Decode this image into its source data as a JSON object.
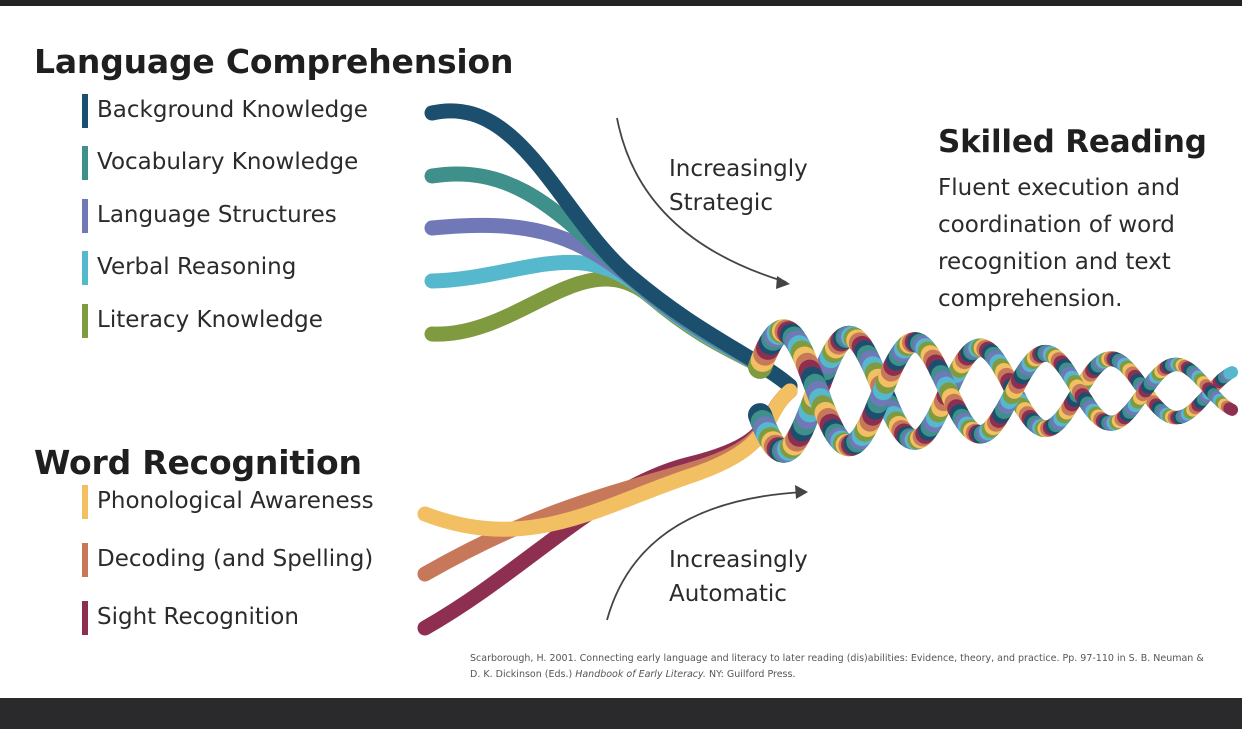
{
  "language_comprehension": {
    "title": "Language Comprehension",
    "strands": [
      {
        "label": "Background Knowledge",
        "color": "#1c4e6e"
      },
      {
        "label": "Vocabulary Knowledge",
        "color": "#3f8f8a"
      },
      {
        "label": "Language Structures",
        "color": "#7078b8"
      },
      {
        "label": "Verbal Reasoning",
        "color": "#55b8cc"
      },
      {
        "label": "Literacy Knowledge",
        "color": "#7f9a3f"
      }
    ]
  },
  "word_recognition": {
    "title": "Word Recognition",
    "strands": [
      {
        "label": "Phonological Awareness",
        "color": "#f2c062"
      },
      {
        "label": "Decoding (and Spelling)",
        "color": "#c8785a"
      },
      {
        "label": "Sight Recognition",
        "color": "#8e2f52"
      }
    ]
  },
  "skilled_reading": {
    "title": "Skilled Reading",
    "description": "Fluent execution and coordination of word recognition and text comprehension."
  },
  "annotations": {
    "strategic": "Increasingly Strategic",
    "automatic": "Increasingly Automatic"
  },
  "citation": {
    "before": "Scarborough, H. 2001. Connecting early language and literacy to later reading (dis)abilities: Evidence, theory, and practice. Pp. 97-110 in S. B. Neuman & D. K. Dickinson (Eds.) ",
    "book": "Handbook of Early Literacy.",
    "after": " NY: Guilford Press."
  },
  "colors": {
    "heading": "#1f1f1f",
    "text": "#2b2b2b",
    "arrow": "#444444",
    "background": "#ffffff"
  }
}
